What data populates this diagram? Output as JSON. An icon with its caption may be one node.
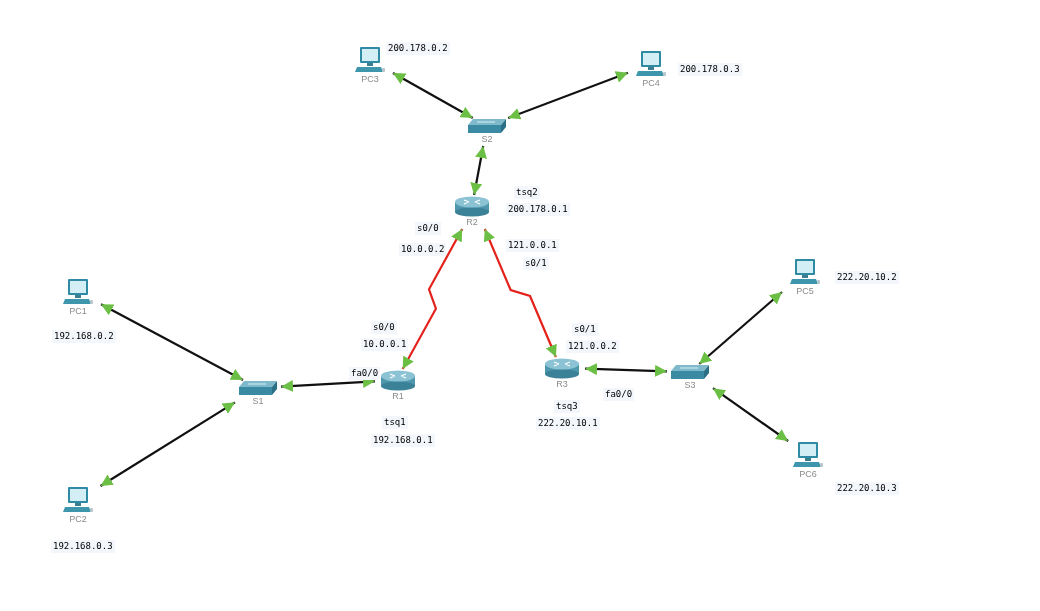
{
  "diagram": {
    "nodes": [
      {
        "text": [
          "PC3"
        ],
        "beside": [
          "200.178.0.2"
        ]
      },
      {
        "text": [
          "PC4"
        ],
        "beside": [
          "200.178.0.3"
        ]
      },
      {
        "text": [
          "S2"
        ]
      },
      {
        "text": [
          "R2"
        ],
        "beside": [
          "tsq2",
          "200.178.0.1",
          "s0/0",
          "10.0.0.2",
          "121.0.0.1",
          "s0/1"
        ]
      },
      {
        "text": [
          "PC5"
        ],
        "beside": [
          "222.20.10.2"
        ]
      },
      {
        "text": [
          "PC1"
        ],
        "beside": [
          "192.168.0.2"
        ]
      },
      {
        "text": [
          "R1"
        ],
        "beside": [
          "s0/0",
          "10.0.0.1",
          "fa0/0",
          "tsq1",
          "192.168.0.1"
        ]
      },
      {
        "text": [
          "R3"
        ],
        "beside": [
          "s0/1",
          "121.0.0.2",
          "tsq3",
          "222.20.10.1",
          "fa0/0"
        ]
      },
      {
        "text": [
          "S3"
        ]
      },
      {
        "text": [
          "S1"
        ]
      },
      {
        "text": [
          "PC6"
        ],
        "beside": [
          "222.20.10.3"
        ]
      },
      {
        "text": [
          "PC2"
        ],
        "beside": [
          "192.168.0.3"
        ]
      }
    ],
    "edges": [
      {
        "from": 0,
        "to": 2,
        "arrow": "both"
      },
      {
        "from": 1,
        "to": 2,
        "arrow": "both"
      },
      {
        "from": 3,
        "to": 2,
        "arrow": "both"
      },
      {
        "from": 3,
        "to": 6,
        "arrow": "both",
        "color": "#e3221b"
      },
      {
        "from": 3,
        "to": 7,
        "arrow": "both",
        "color": "#e3221b"
      },
      {
        "from": 5,
        "to": 9,
        "arrow": "both"
      },
      {
        "from": 11,
        "to": 9,
        "arrow": "both"
      },
      {
        "from": 9,
        "to": 6,
        "arrow": "both"
      },
      {
        "from": 7,
        "to": 8,
        "arrow": "both"
      },
      {
        "from": 8,
        "to": 4,
        "arrow": "both"
      },
      {
        "from": 8,
        "to": 10,
        "arrow": "both"
      }
    ]
  }
}
